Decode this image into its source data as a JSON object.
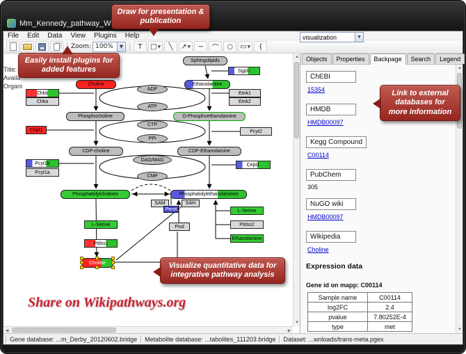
{
  "window": {
    "title": "Mm_Kennedy_pathway_WP1771_45176.gpml"
  },
  "menu": {
    "items": [
      "File",
      "Edit",
      "Data",
      "View",
      "Plugins",
      "Help"
    ]
  },
  "toolbar": {
    "zoom_label": "Zoom:",
    "zoom_value": "100%",
    "visualization_value": "visualization",
    "tools": [
      {
        "name": "label-tool",
        "glyph": "T"
      },
      {
        "name": "datanode-tool",
        "glyph": "□"
      },
      {
        "name": "line-tool",
        "glyph": "╲"
      },
      {
        "name": "arrow-tool",
        "glyph": "↗"
      },
      {
        "name": "curve-tool",
        "glyph": "~"
      },
      {
        "name": "arc-tool",
        "glyph": "⌒"
      },
      {
        "name": "ellipse-tool",
        "glyph": "○"
      },
      {
        "name": "rect-tool",
        "glyph": "▭"
      },
      {
        "name": "brace-tool",
        "glyph": "{"
      }
    ]
  },
  "info_labels": [
    "Title:",
    "Availa",
    "Organi"
  ],
  "pathway": {
    "nodes": {
      "sphingolipids": "Sphingolipids",
      "sgpl1": "Sgpl1",
      "choline_top": "Choline",
      "ethanolamine_top": "Ethanolamine",
      "adp": "ADP",
      "atp": "ATP",
      "ctp": "CTP",
      "ppi": "PPi",
      "dag_mag": "DAG/MAG",
      "cmp": "CMP",
      "chkb": "Chkb",
      "chka": "Chka",
      "etnk1": "Etnk1",
      "etnk2": "Etnk2",
      "phosphocholine": "Phosphocholine",
      "o_phosphoethanolamine": "O-Phosphoethanolamine",
      "chpt1": "Chpt1",
      "pcyt2": "Pcyt2",
      "cdp_choline": "CDP-choline",
      "cdp_ethanolamine": "CDP-Ethanolamine",
      "pcyt1b": "Pcyt1b",
      "pcyt1a": "Pcyt1a",
      "cept1": "Cept1",
      "phosphatidylcholines": "Phosphatidylcholines",
      "phosphatidylethanolamines": "Phosphatidylethanolamines",
      "sam": "SAM",
      "sah": "SAH",
      "pemt": "Pemt",
      "pisd": "Pisd",
      "l_serine_right": "L-Serine",
      "ptdss2": "Ptdss2",
      "ethanolamine_right": "Ethanolamine",
      "l_serine_left": "L-Serine",
      "ptdss1": "Ptdss1",
      "choline_selected": "Choline"
    }
  },
  "side_panel": {
    "tabs": [
      "Objects",
      "Properties",
      "Backpage",
      "Search",
      "Legend"
    ],
    "backpage": {
      "chebi_header": "ChEBI",
      "chebi_value": "15354",
      "hmdb_header": "HMDB",
      "hmdb_value": "HMDB00097",
      "kegg_header": "Kegg Compound",
      "kegg_value": "C00114",
      "pubchem_header": "PubChem",
      "pubchem_value": "305",
      "nugo_header": "NuGO wiki",
      "nugo_value": "HMDB00097",
      "wikipedia_header": "Wikipedia",
      "wikipedia_value": "Choline",
      "expression_title": "Expression data",
      "gene_id_line": "Gene id on mapp: C00114",
      "table": {
        "rows": [
          [
            "Sample name",
            "C00114"
          ],
          [
            "log2FC",
            "2.4"
          ],
          [
            "pvalue",
            "7.80252E-4"
          ],
          [
            "type",
            "met"
          ]
        ]
      }
    }
  },
  "callouts": {
    "draw": {
      "text": "Draw for presentation & publication"
    },
    "plugins": {
      "text": "Easily install plugins for added features"
    },
    "link": {
      "text": "Link  to external databases  for more information"
    },
    "visualize": {
      "text": "Visualize quantitative data  for integrative pathway analysis"
    }
  },
  "share_text": "Share on Wikipathways.org",
  "status_bar": {
    "gene_db": "Gene database: ...m_Derby_20120602.bridge",
    "met_db": "Metabolite database: ...tabolites_111203.bridge",
    "dataset": "Dataset: ...wnloads/trans-meta.pgex"
  },
  "colors": {
    "callout_red": "#96261f",
    "expression_up_red": "#ff2222",
    "expression_green": "#33cc33",
    "expression_blue": "#4444cc",
    "link_blue": "#0000cc",
    "share_red": "#cc2233"
  }
}
